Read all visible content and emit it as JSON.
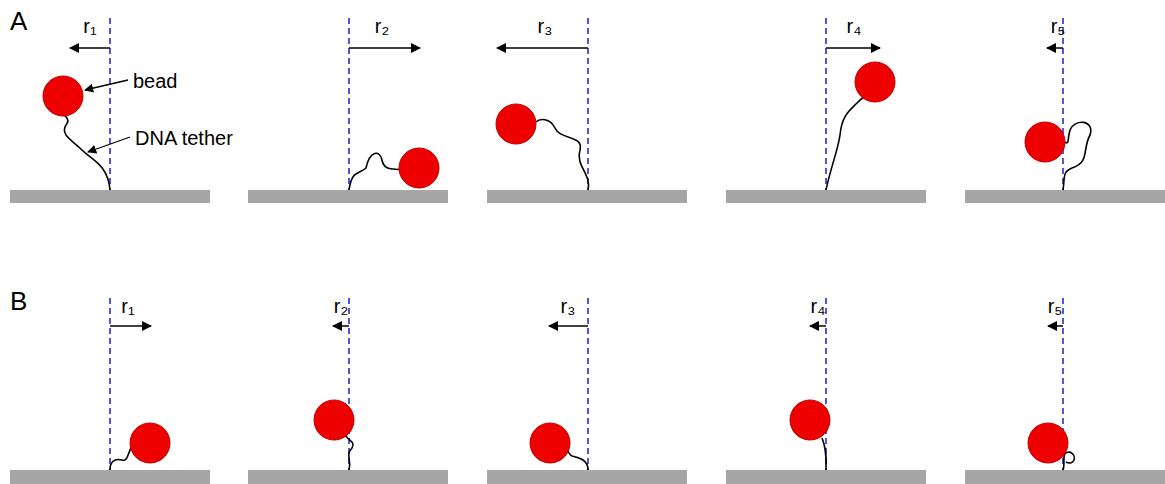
{
  "diagram": {
    "labels": [
      "A",
      "r₁",
      "r₂",
      "r₃",
      "r₄",
      "r₅",
      "bead",
      "DNA tether",
      "B",
      "r₁",
      "r₂",
      "r₃",
      "r₄",
      "r₅"
    ]
  }
}
